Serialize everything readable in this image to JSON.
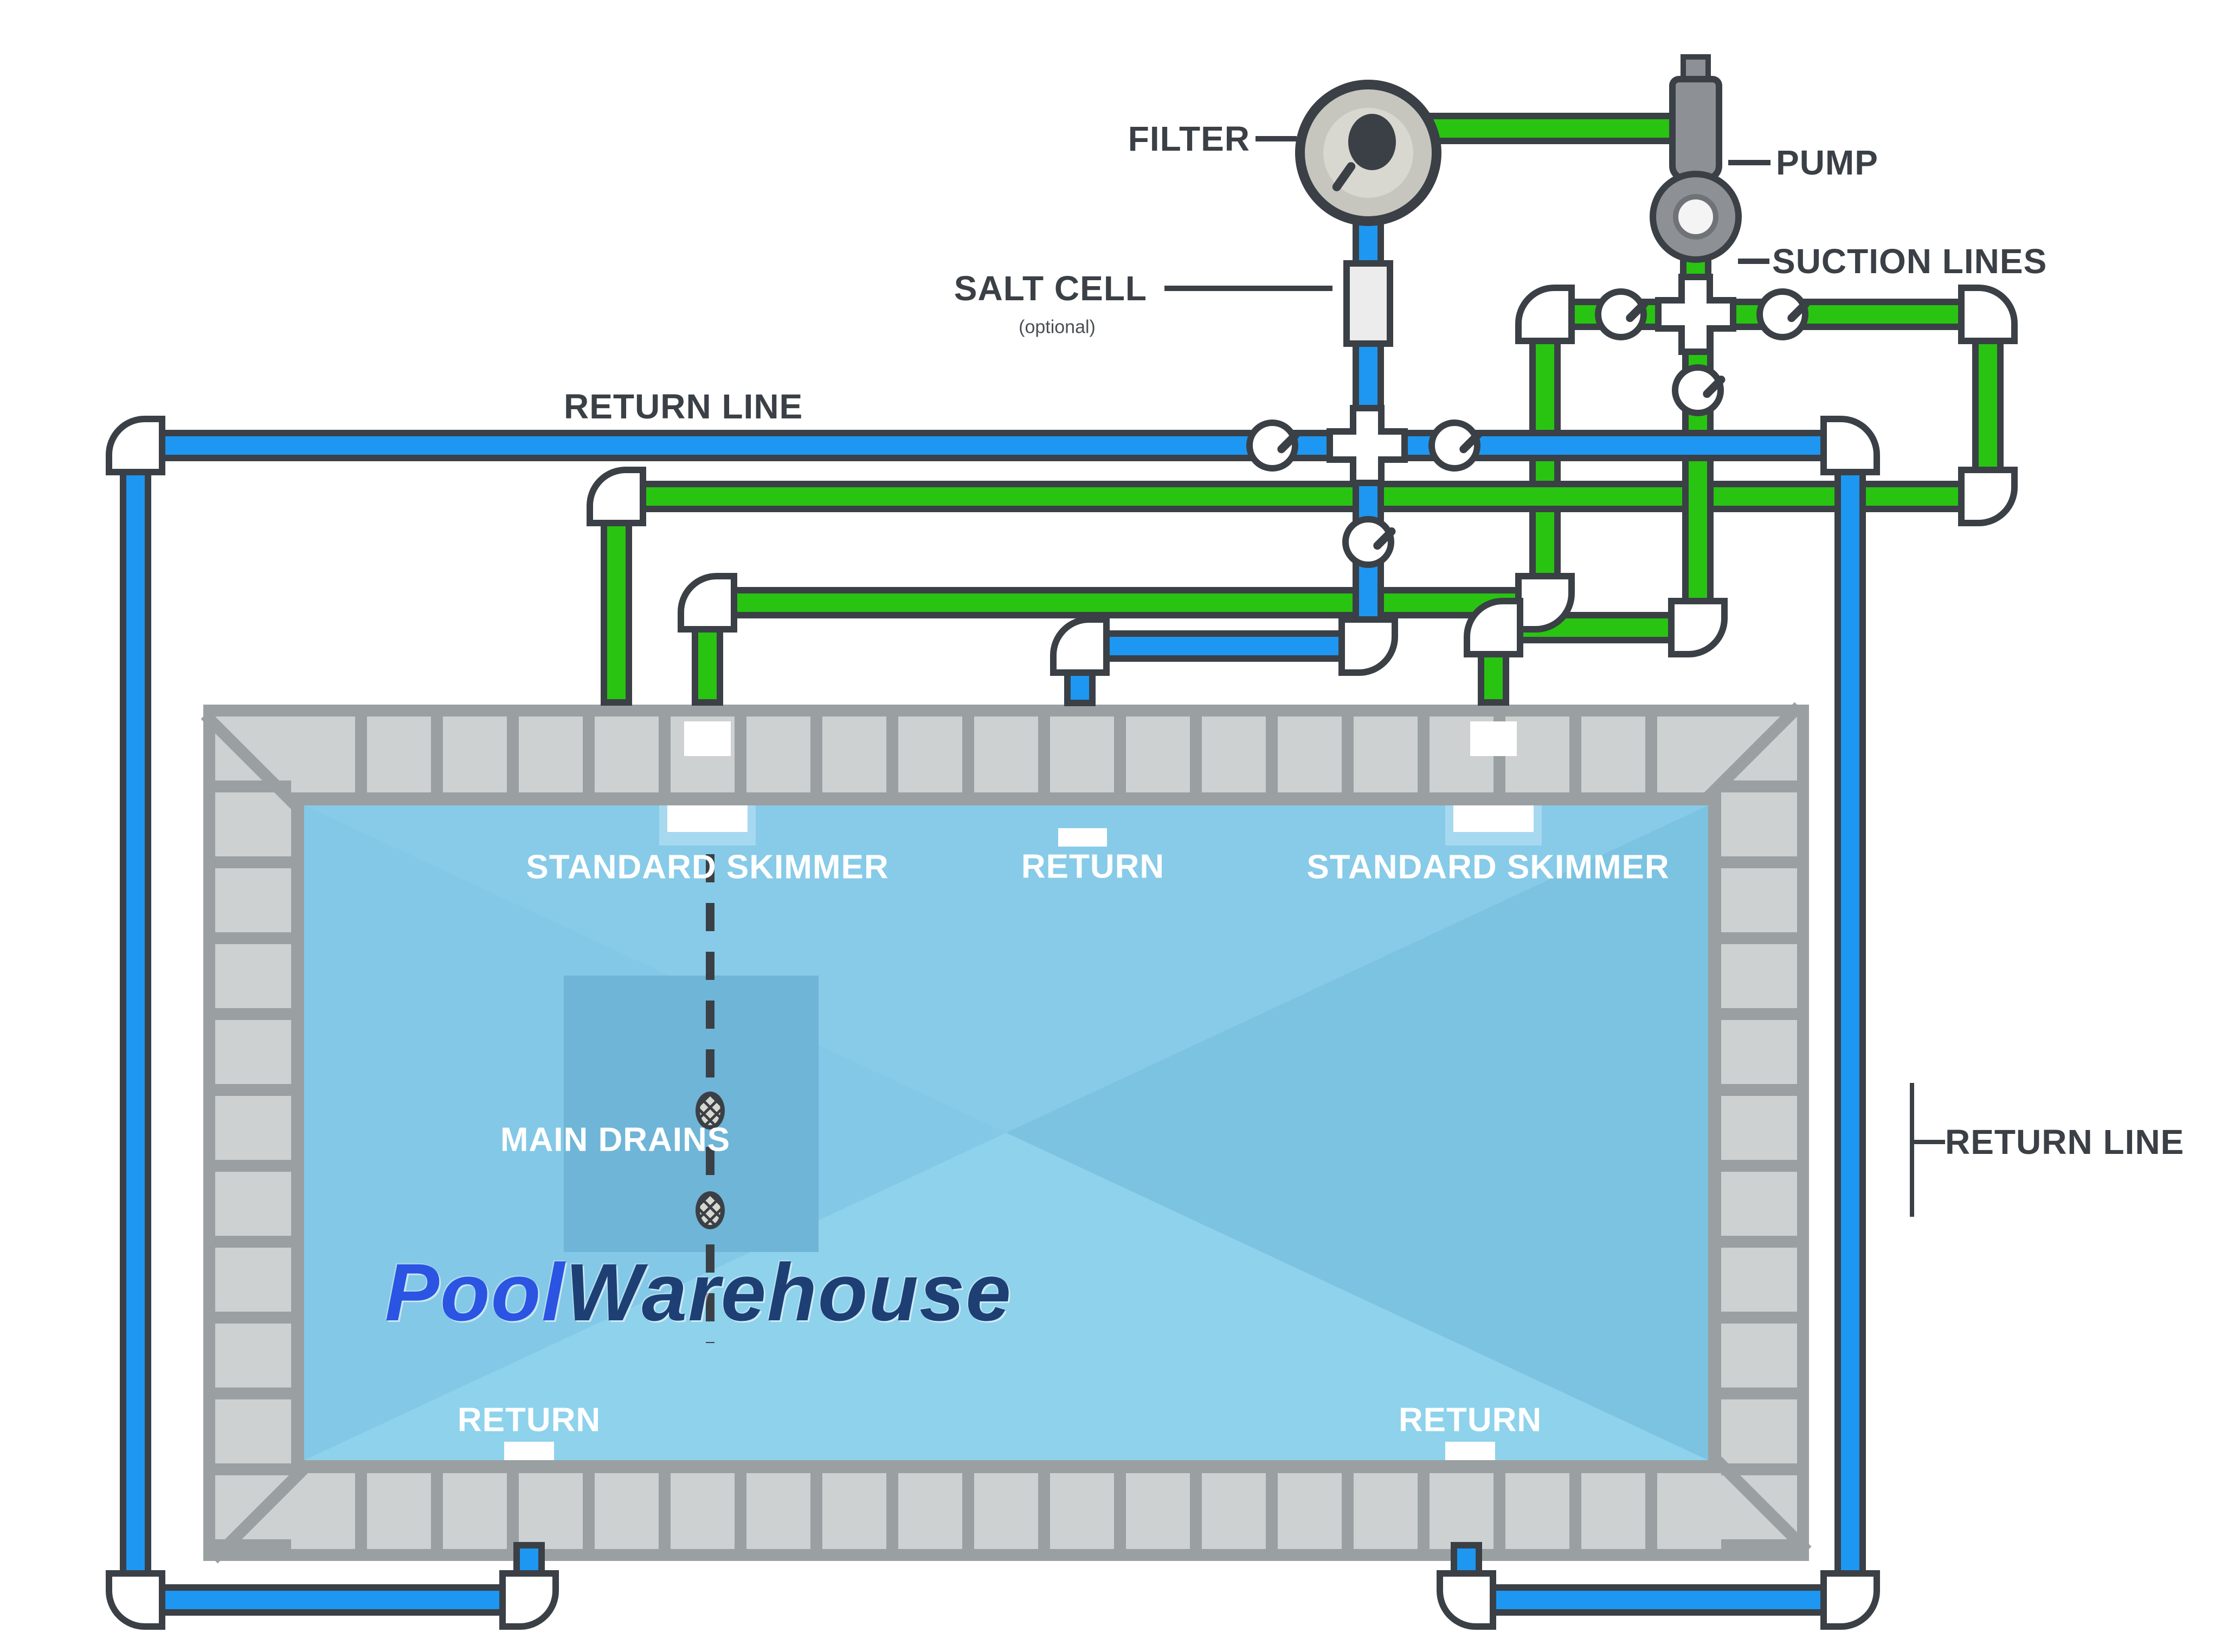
{
  "diagram": {
    "equipment_labels": {
      "filter": "FILTER",
      "pump": "PUMP",
      "salt_cell": "SALT CELL",
      "salt_cell_note": "(optional)",
      "suction_lines": "SUCTION LINES",
      "return_line_top": "RETURN LINE",
      "return_line_right": "RETURN LINE"
    },
    "pool_labels": {
      "skimmer_left": "STANDARD SKIMMER",
      "skimmer_right": "STANDARD SKIMMER",
      "return_top": "RETURN",
      "return_bottom_left": "RETURN",
      "return_bottom_right": "RETURN",
      "main_drains": "MAIN DRAINS"
    },
    "logo": {
      "part1": "Pool",
      "part2": "Warehouse"
    },
    "colors": {
      "suction_pipe_green": "#29c412",
      "return_pipe_blue": "#1e97f2",
      "pipe_outline_dark": "#3a4046",
      "fitting_white": "#ffffff",
      "pool_water": "#7cc3e2",
      "pool_water_light": "#87cbe8",
      "pool_deep_end": "#6fb5d7",
      "coping_tile": "#cdd1d2",
      "coping_grout": "#9aa0a2",
      "pump_gray": "#8d9094",
      "filter_beige": "#c6c6be",
      "salt_cell_gray": "#ececec",
      "logo_blue": "#2b54e2",
      "logo_navy": "#1e3f74"
    }
  }
}
